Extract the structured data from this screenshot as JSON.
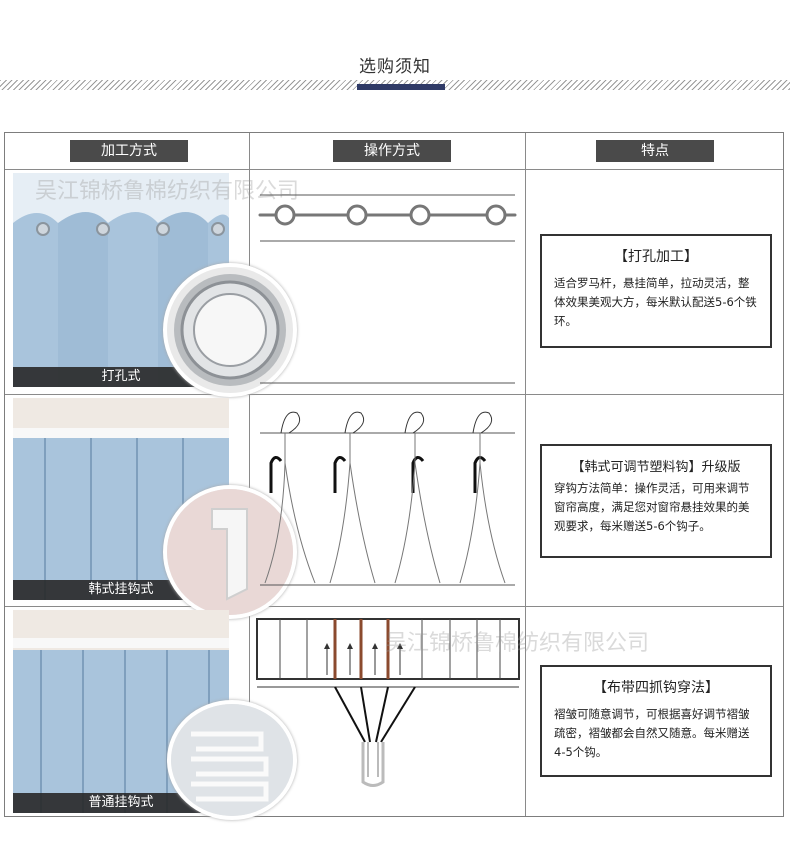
{
  "heading": "选购须知",
  "columns": [
    "加工方式",
    "操作方式",
    "特点"
  ],
  "watermark": "吴江锦桥鲁棉纺织有限公司",
  "rows": [
    {
      "photo_label": "打孔式",
      "feature_title": "【打孔加工】",
      "feature_text": "适合罗马杆，悬挂简单，拉动灵活，整体效果美观大方，每米默认配送5-6个铁环。"
    },
    {
      "photo_label": "韩式挂钩式",
      "feature_title": "【韩式可调节塑料钩】升级版",
      "feature_text": "穿钩方法简单：操作灵活，可用来调节窗帘高度，满足您对窗帘悬挂效果的美观要求，每米赠送5-6个钩子。"
    },
    {
      "photo_label": "普通挂钩式",
      "feature_title": "【布带四抓钩穿法】",
      "feature_text": "褶皱可随意调节，可根据喜好调节褶皱疏密，褶皱都会自然又随意。每米赠送4-5个钩。"
    }
  ],
  "colors": {
    "accent": "#2f3a66",
    "header_bg": "#4a4a4a",
    "curtain": "#a9c4dc"
  }
}
